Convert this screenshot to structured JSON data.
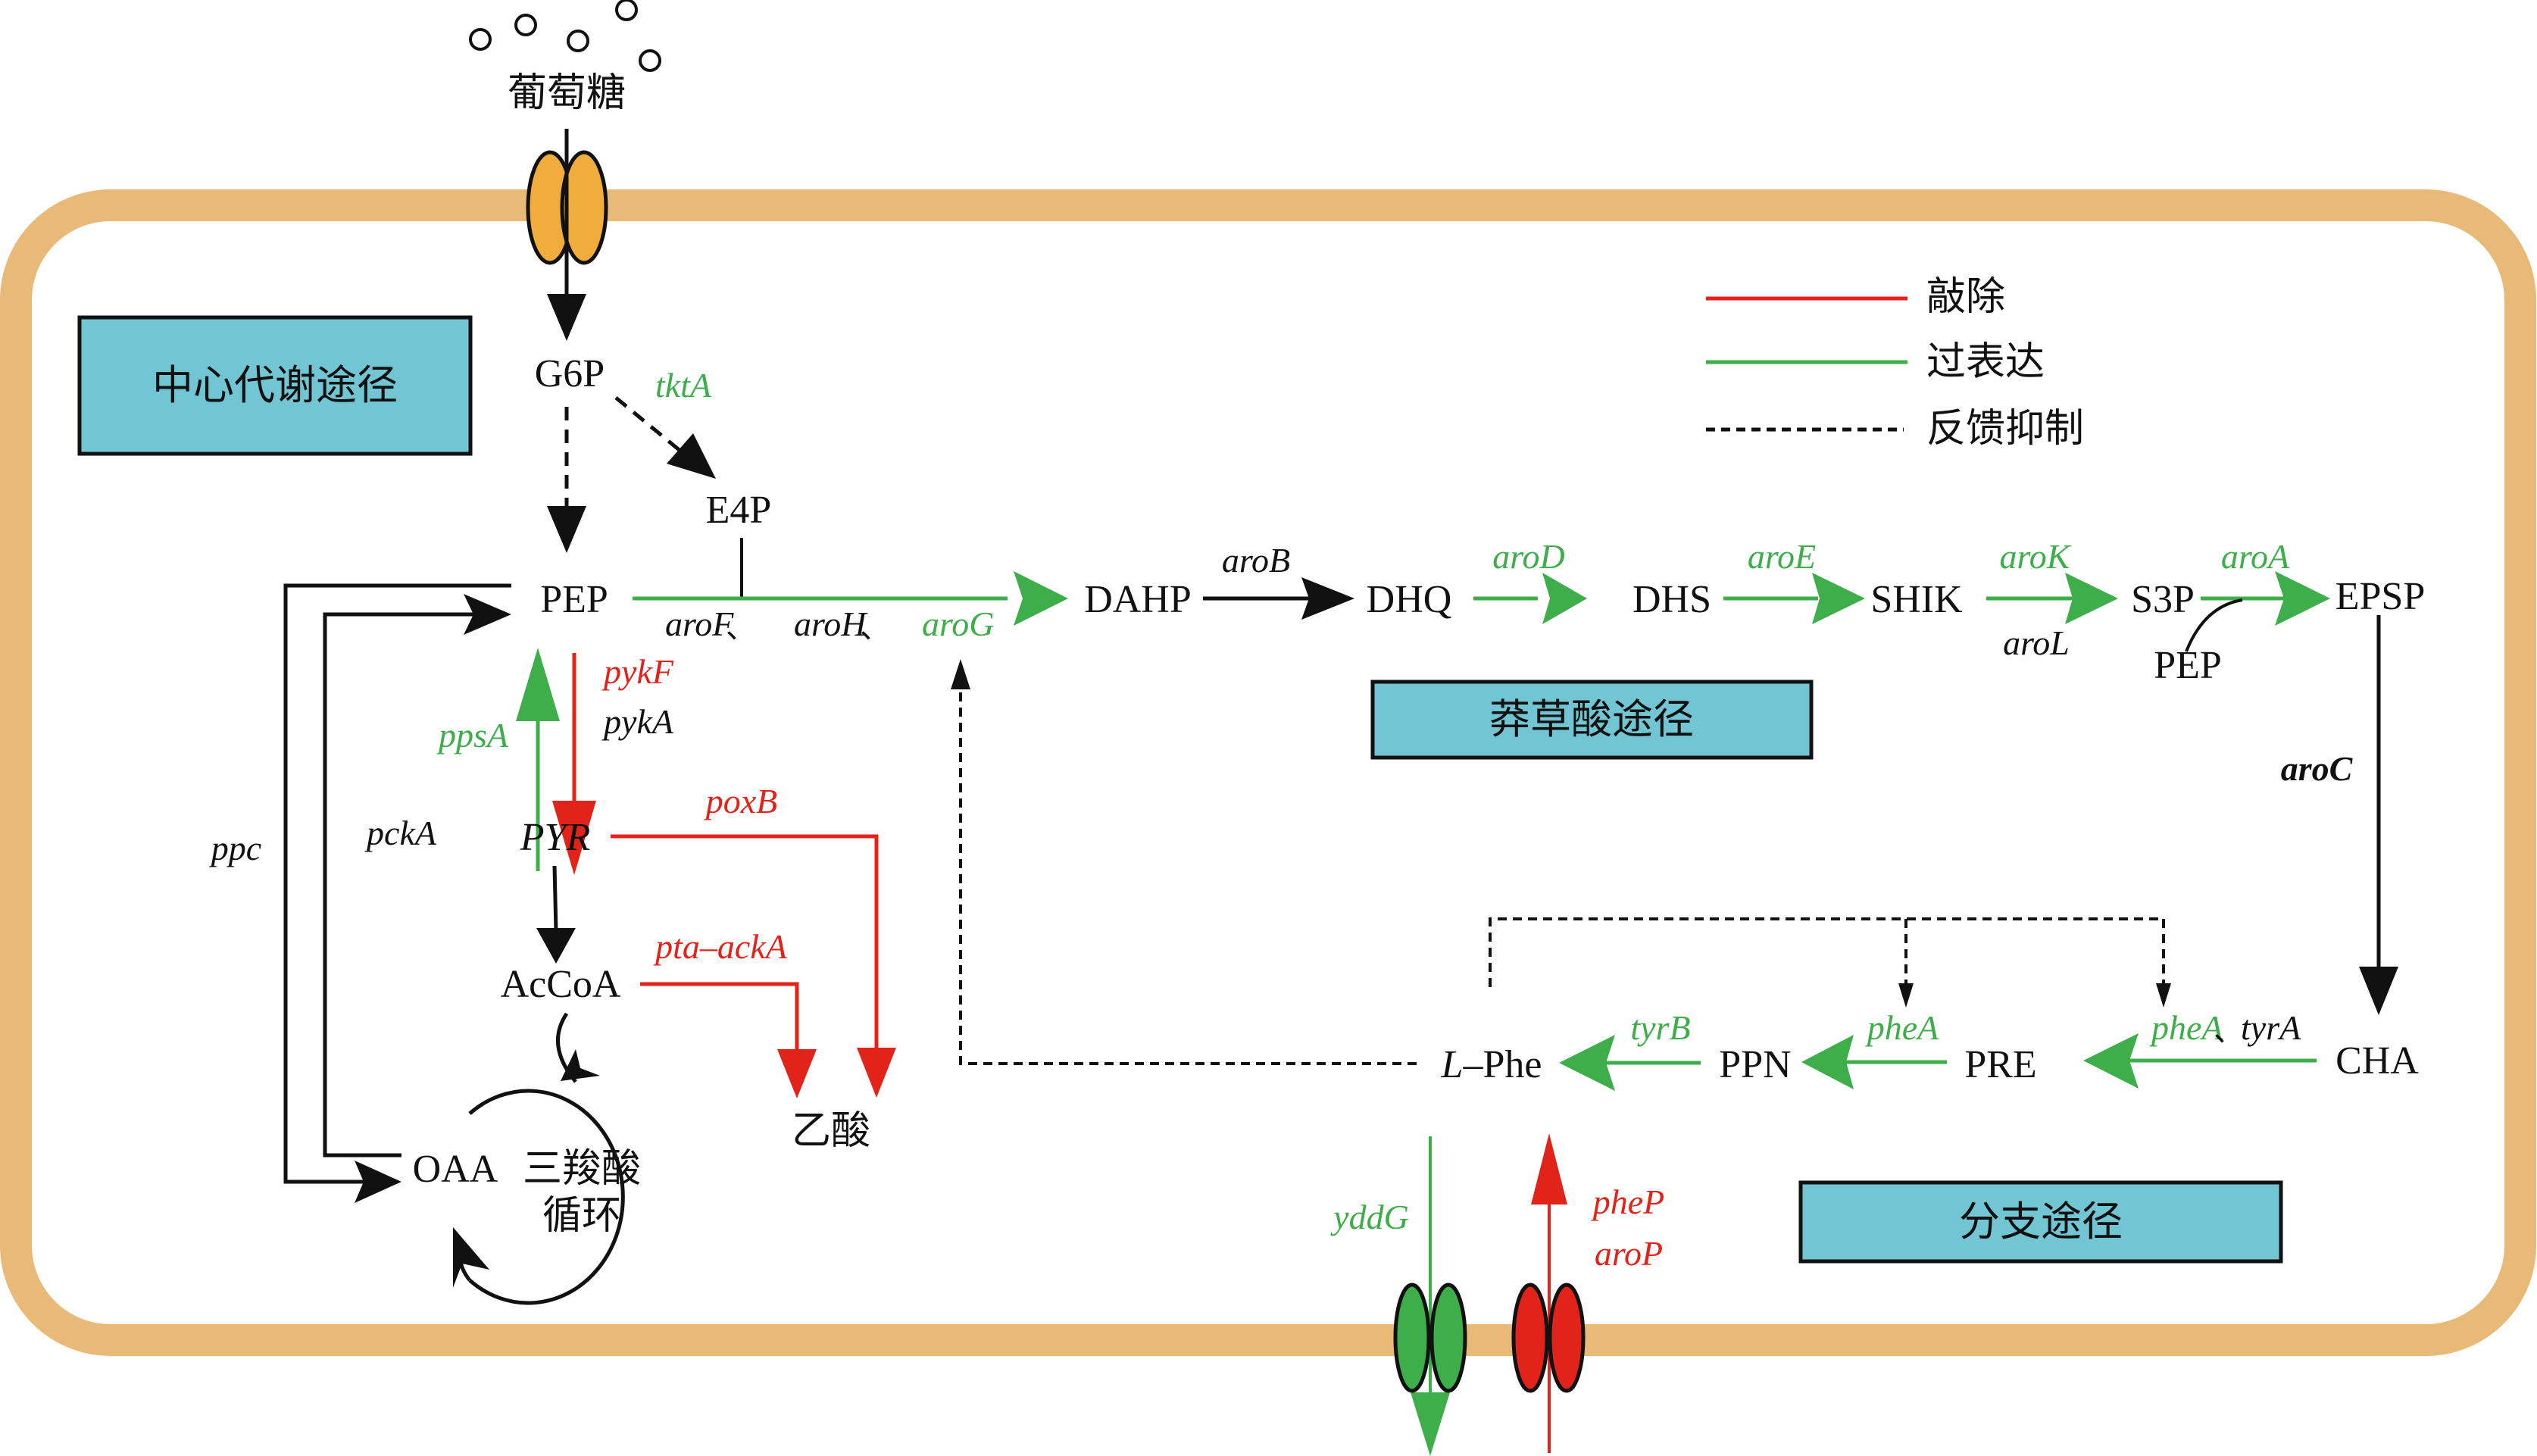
{
  "colors": {
    "membrane": "#e9b978",
    "transporter_glucose": "#f0ad3c",
    "transporter_export": "#3dae4a",
    "transporter_import": "#e2231a",
    "module_box": "#72c6d3",
    "knockout": "#e2231a",
    "overexpression": "#3dae4a",
    "feedback": "#111111"
  },
  "extracellular": {
    "glucose_label": "葡萄糖"
  },
  "modules": {
    "central": "中心代谢途径",
    "shikimate": "莽草酸途径",
    "branch": "分支途径"
  },
  "legend": {
    "items": [
      {
        "label": "敲除",
        "style": "knockout"
      },
      {
        "label": "过表达",
        "style": "overexpression"
      },
      {
        "label": "反馈抑制",
        "style": "feedback"
      }
    ]
  },
  "metabolites": {
    "g6p": "G6P",
    "e4p": "E4P",
    "pep": "PEP",
    "pyr": "PYR",
    "accoa": "AcCoA",
    "oaa": "OAA",
    "tca_line1": "三羧酸",
    "tca_line2": "循环",
    "acetate": "乙酸",
    "dahp": "DAHP",
    "dhq": "DHQ",
    "dhs": "DHS",
    "shik": "SHIK",
    "s3p": "S3P",
    "pep2": "PEP",
    "epsp": "EPSP",
    "cha": "CHA",
    "pre": "PRE",
    "ppn": "PPN",
    "lphe_prefix": "L",
    "lphe_suffix": "–Phe"
  },
  "genes": {
    "tktA": {
      "name": "tktA",
      "status": "overexpression"
    },
    "aroF": {
      "name": "aroF",
      "status": "none"
    },
    "sep1": "、",
    "aroH": {
      "name": "aroH",
      "status": "none"
    },
    "sep2": "、",
    "aroG": {
      "name": "aroG",
      "status": "overexpression"
    },
    "pykF": {
      "name": "pykF",
      "status": "knockout"
    },
    "pykA": {
      "name": "pykA",
      "status": "none"
    },
    "ppsA": {
      "name": "ppsA",
      "status": "overexpression"
    },
    "pckA": {
      "name": "pckA",
      "status": "none"
    },
    "ppc": {
      "name": "ppc",
      "status": "none"
    },
    "poxB": {
      "name": "poxB",
      "status": "knockout"
    },
    "ptaAckA": {
      "name": "pta–ackA",
      "status": "knockout"
    },
    "aroB": {
      "name": "aroB",
      "status": "none"
    },
    "aroD": {
      "name": "aroD",
      "status": "overexpression"
    },
    "aroE": {
      "name": "aroE",
      "status": "overexpression"
    },
    "aroK": {
      "name": "aroK",
      "status": "overexpression"
    },
    "aroL": {
      "name": "aroL",
      "status": "none"
    },
    "aroA": {
      "name": "aroA",
      "status": "overexpression"
    },
    "aroC": {
      "name": "aroC",
      "status": "none"
    },
    "pheA1": {
      "name": "pheA",
      "status": "overexpression"
    },
    "sep3": "、",
    "tyrA": {
      "name": "tyrA",
      "status": "none"
    },
    "pheA2": {
      "name": "pheA",
      "status": "overexpression"
    },
    "tyrB": {
      "name": "tyrB",
      "status": "overexpression"
    },
    "yddG": {
      "name": "yddG",
      "status": "overexpression"
    },
    "pheP": {
      "name": "pheP",
      "status": "knockout"
    },
    "aroP": {
      "name": "aroP",
      "status": "knockout"
    }
  }
}
